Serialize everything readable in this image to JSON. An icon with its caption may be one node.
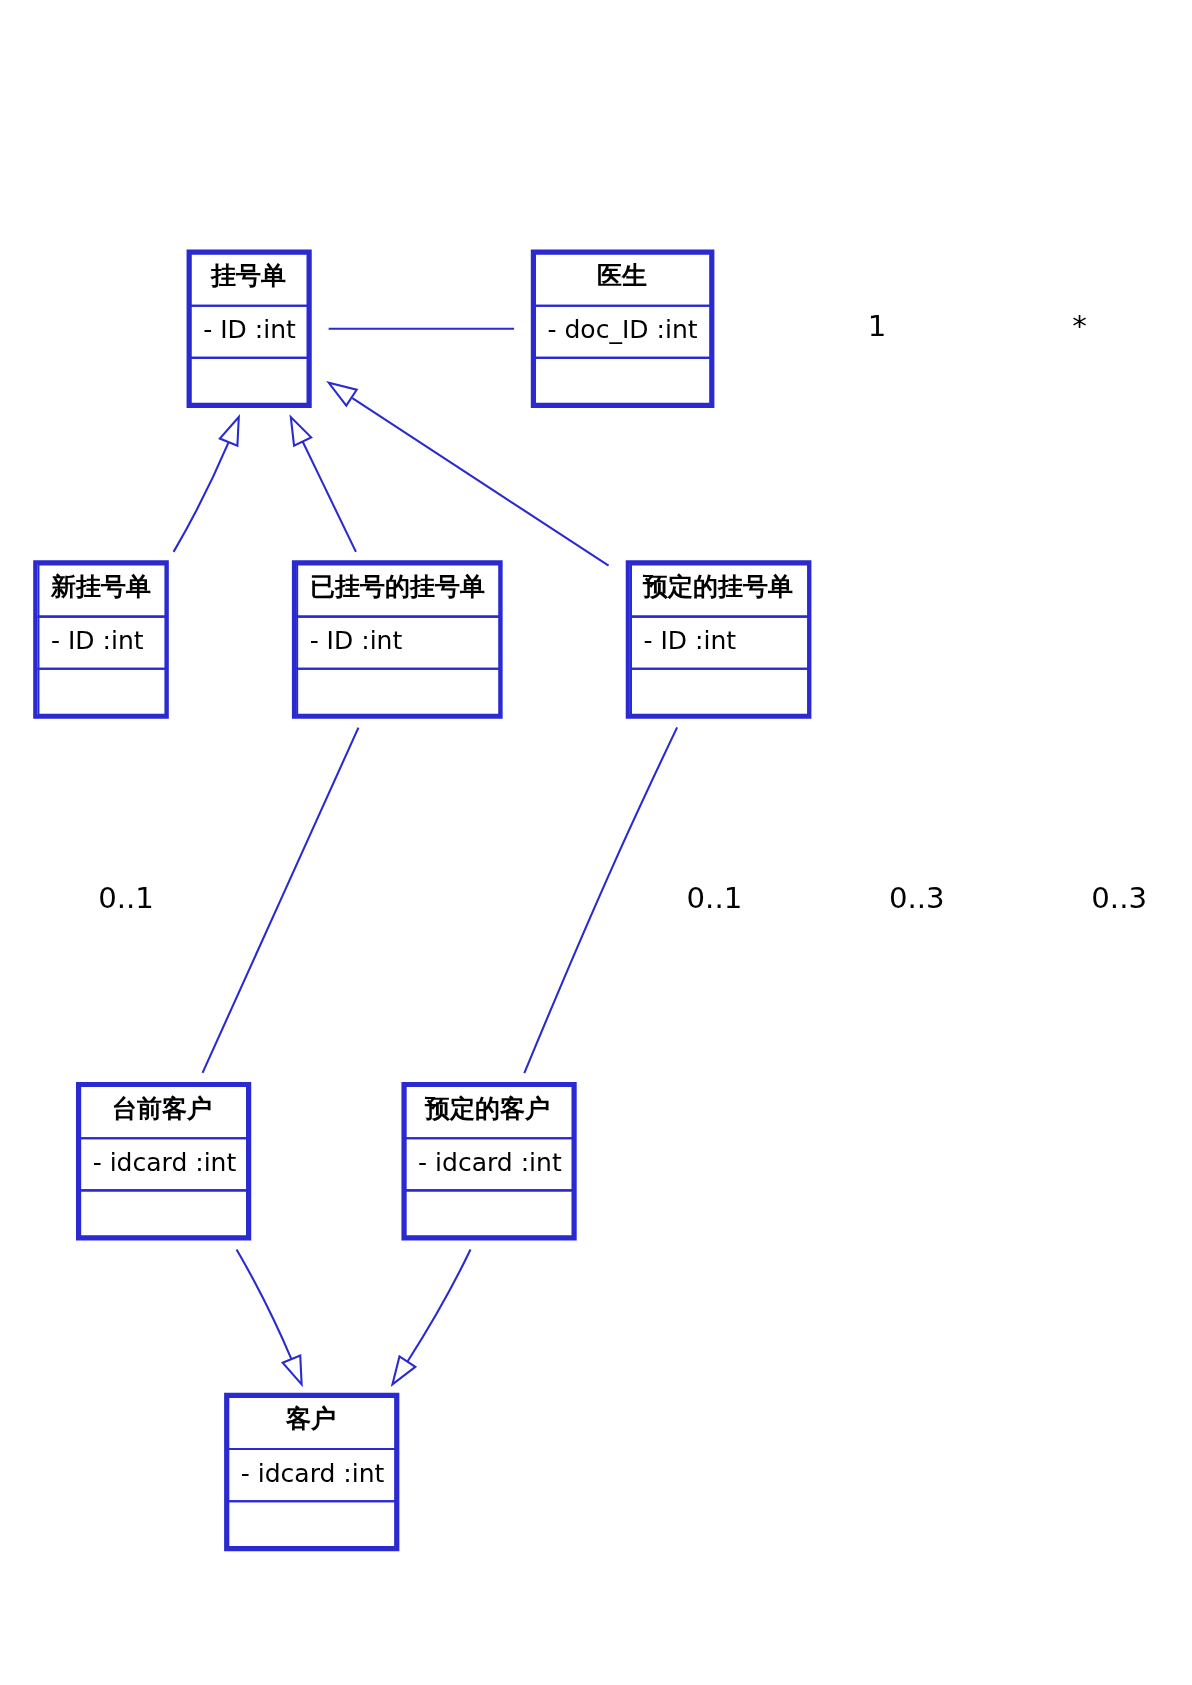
{
  "diagram": {
    "nodes": [
      {
        "text": [
          "挂号单",
          "- ID :int"
        ]
      },
      {
        "text": [
          "医生",
          "- doc_ID :int"
        ]
      },
      {
        "text": [
          "新挂号单",
          "- ID :int"
        ]
      },
      {
        "text": [
          "已挂号的挂号单",
          "- ID :int"
        ]
      },
      {
        "text": [
          "预定的挂号单",
          "- ID :int"
        ]
      },
      {
        "text": [
          "台前客户",
          "- idcard :int"
        ]
      },
      {
        "text": [
          "预定的客户",
          "- idcard :int"
        ]
      },
      {
        "text": [
          "客户",
          "- idcard :int"
        ]
      }
    ],
    "edges": [
      {
        "from": 0,
        "to": 1,
        "arrow": "none"
      },
      {
        "from": 2,
        "to": 0,
        "arrow": "to"
      },
      {
        "from": 3,
        "to": 0,
        "arrow": "to"
      },
      {
        "from": 4,
        "to": 0,
        "arrow": "to"
      },
      {
        "from": 3,
        "to": 5,
        "arrow": "none"
      },
      {
        "from": 4,
        "to": 6,
        "arrow": "none"
      },
      {
        "from": 5,
        "to": 7,
        "arrow": "to"
      },
      {
        "from": 6,
        "to": 7,
        "arrow": "to"
      }
    ],
    "labels": [
      "*",
      "1",
      "0..1",
      "0..3",
      "0..3",
      "0..1"
    ]
  }
}
